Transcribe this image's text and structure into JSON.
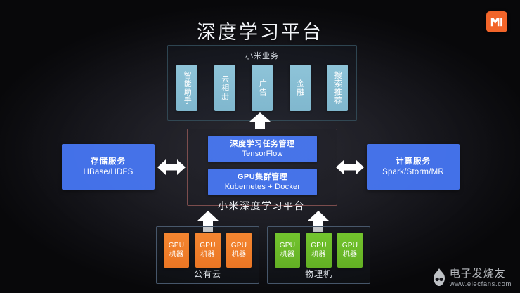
{
  "page": {
    "title": "深度学习平台"
  },
  "brand": {
    "logo_name": "mi-logo",
    "logo_text": "MI",
    "logo_color": "#f2652a"
  },
  "business": {
    "title": "小米业务",
    "border_color": "#2d4450",
    "card_color": "#7db6cd",
    "cards": [
      {
        "label": "智能助手"
      },
      {
        "label": "云相册"
      },
      {
        "label": "广告"
      },
      {
        "label": "金融"
      },
      {
        "label": "搜索推荐"
      }
    ]
  },
  "platform": {
    "label": "小米深度学习平台",
    "border_color": "#7a4a4a",
    "box_color": "#4270e8",
    "boxes": [
      {
        "line1": "深度学习任务管理",
        "line2": "TensorFlow"
      },
      {
        "line1": "GPU集群管理",
        "line2": "Kubernetes + Docker"
      }
    ]
  },
  "services": {
    "left": {
      "line1": "存储服务",
      "line2": "HBase/HDFS",
      "color": "#4270e8"
    },
    "right": {
      "line1": "计算服务",
      "line2": "Spark/Storm/MR",
      "color": "#4270e8"
    }
  },
  "infrastructure": {
    "groups": [
      {
        "label": "公有云",
        "color": "#ea7624",
        "nodes": [
          {
            "line1": "GPU",
            "line2": "机器"
          },
          {
            "line1": "GPU",
            "line2": "机器"
          },
          {
            "line1": "GPU",
            "line2": "机器"
          }
        ]
      },
      {
        "label": "物理机",
        "color": "#63b024",
        "nodes": [
          {
            "line1": "GPU",
            "line2": "机器"
          },
          {
            "line1": "GPU",
            "line2": "机器"
          },
          {
            "line1": "GPU",
            "line2": "机器"
          }
        ]
      }
    ]
  },
  "arrows": {
    "business_up": "up-arrow-icon",
    "left_bidirectional": "left-right-arrow-icon",
    "right_bidirectional": "left-right-arrow-icon",
    "cloud_up": "up-arrow-icon",
    "physical_up": "up-arrow-icon",
    "color": "#ffffff"
  },
  "watermark": {
    "name": "电子发烧友",
    "url": "www.elecfans.com"
  }
}
